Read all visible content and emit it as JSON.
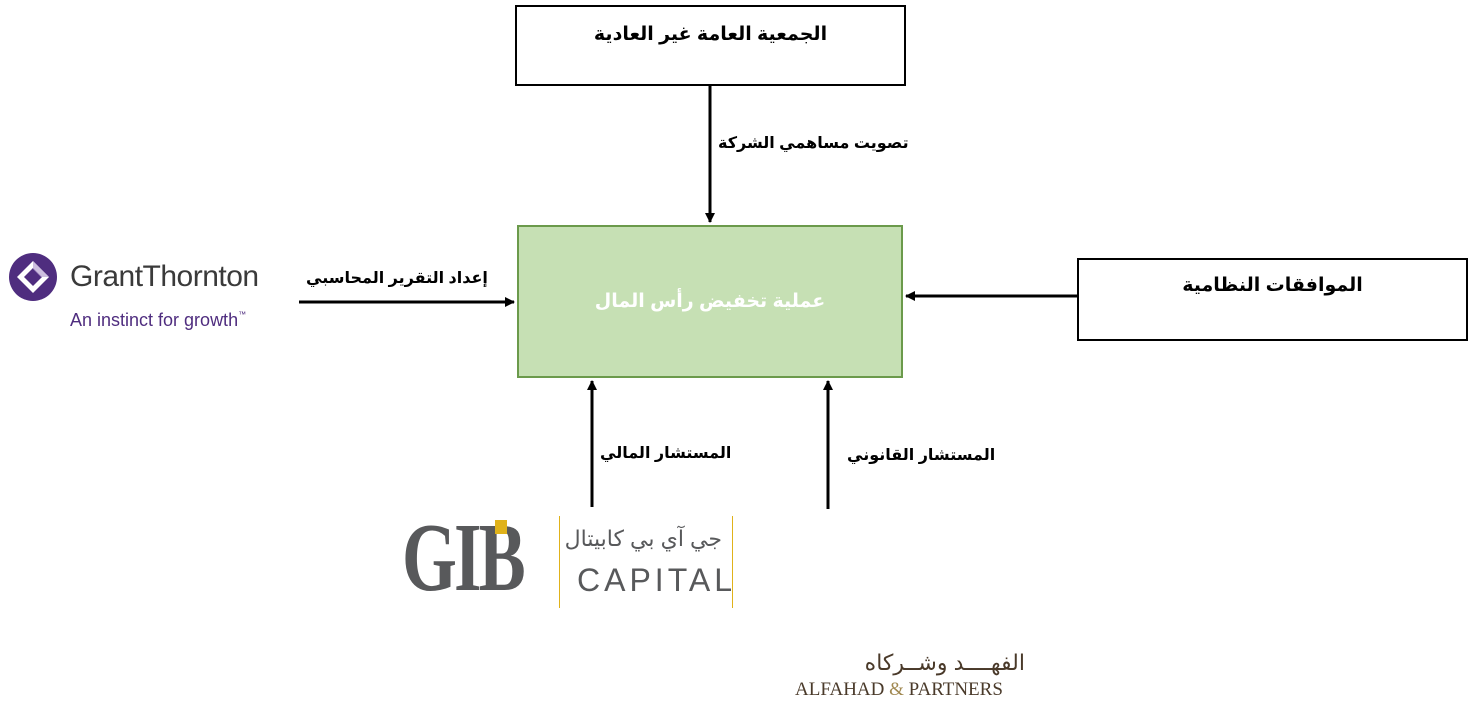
{
  "diagram": {
    "center_box": "عملية تخفيض رأس المال",
    "top_box": "الجمعية العامة غير العادية",
    "right_box": "الموافقات النظامية",
    "arrow_labels": {
      "shareholder_vote": "تصويت مساهمي الشركة",
      "accounting_report": "إعداد التقرير المحاسبي",
      "financial_advisor": "المستشار المالي",
      "legal_advisor": "المستشار القانوني"
    },
    "colors": {
      "center_fill": "#c6e0b4",
      "center_border": "#6b9a4b",
      "center_text": "#ffffff",
      "lines": "#000000"
    }
  },
  "logos": {
    "grant_thornton": {
      "name": "GrantThornton",
      "tagline": "An instinct for growth",
      "tm": "™",
      "color": "#4f2d7f"
    },
    "gib_capital": {
      "letters": "GIB",
      "arabic": "جي آي بي كابيتال",
      "latin": "CAPITAL",
      "accent": "#e0b21a"
    },
    "alfahad": {
      "arabic": "الفهــــد وشــركاه",
      "latin_1": "ALFAHAD",
      "amp": "&",
      "latin_2": "PARTNERS"
    }
  }
}
